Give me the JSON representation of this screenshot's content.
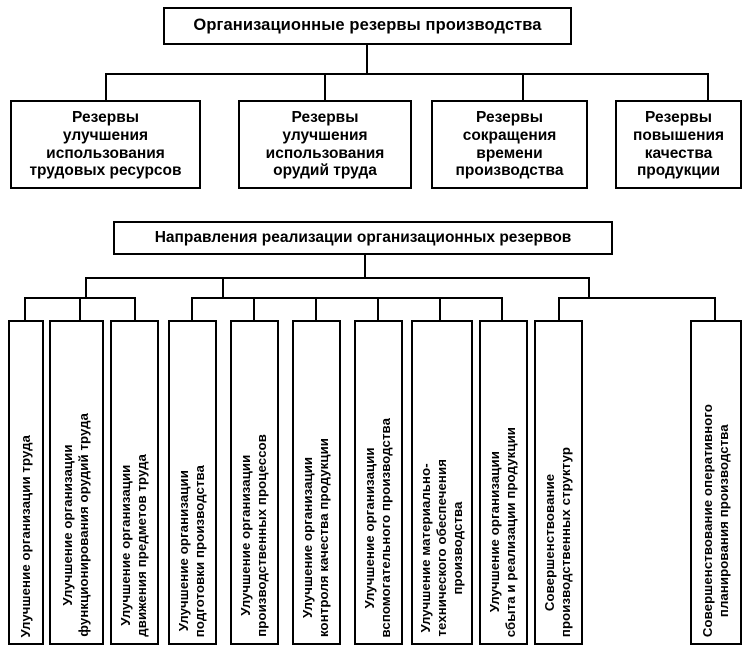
{
  "diagram": {
    "title": "Организационные резервы производства",
    "language": "ru",
    "type": "hierarchy-tree",
    "line_color": "#000000",
    "box_fill": "#ffffff",
    "border_color": "#000000"
  },
  "root": {
    "label": "Организационные резервы производства"
  },
  "reserves": {
    "items": [
      {
        "label": "Резервы\nулучшения\nиспользования\nтрудовых ресурсов"
      },
      {
        "label": "Резервы\nулучшения\nиспользования\nорудий труда"
      },
      {
        "label": "Резервы\nсокращения\nвремени\nпроизводства"
      },
      {
        "label": "Резервы\nповышения\nкачества\nпродукции"
      }
    ]
  },
  "directions_header": {
    "label": "Направления реализации организационных резервов"
  },
  "directions": {
    "items": [
      {
        "label": "Улучшение организации труда"
      },
      {
        "label": "Улучшение организации\nфункционирования орудий труда"
      },
      {
        "label": "Улучшение организации\nдвижения предметов труда"
      },
      {
        "label": "Улучшение организации\nподготовки производства"
      },
      {
        "label": "Улучшение организации\nпроизводственных процессов"
      },
      {
        "label": "Улучшение организации\nконтроля качества продукции"
      },
      {
        "label": "Улучшение организации\nвспомогательного производства"
      },
      {
        "label": "Улучшение материально-\nтехнического обеспечения\nпроизводства"
      },
      {
        "label": "Улучшение организации\nсбыта и реализации продукции"
      },
      {
        "label": "Совершенствование\nпроизводственных структур"
      },
      {
        "label": "Совершенствование оперативного\nпланирования производства"
      }
    ],
    "groups": [
      {
        "name": "group-left",
        "members": [
          0,
          1,
          2
        ]
      },
      {
        "name": "group-middle",
        "members": [
          3,
          4,
          5,
          6,
          7,
          8
        ]
      },
      {
        "name": "group-right",
        "members": [
          9,
          10
        ]
      }
    ]
  }
}
